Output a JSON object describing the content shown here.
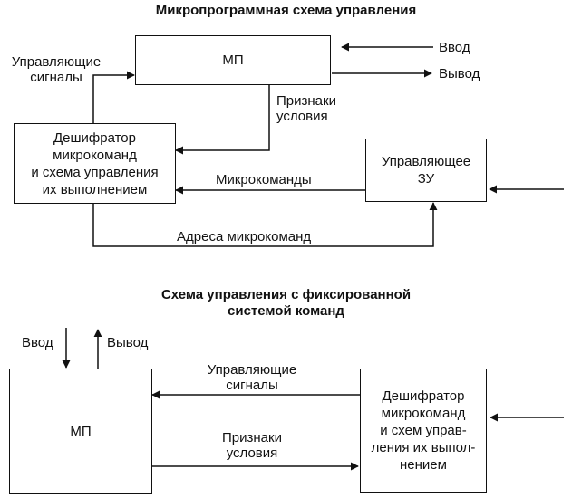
{
  "top": {
    "title": "Микропрограммная схема управления",
    "mp": "МП",
    "decoder": "Дешифратор\nмикрокоманд\nи схема управления\nих выполнением",
    "control_memory": "Управляющее\nЗУ",
    "input": "Ввод",
    "output": "Вывод",
    "control_signals": "Управляющие\nсигналы",
    "condition_flags": "Признаки\nусловия",
    "microcommands": "Микрокоманды",
    "microcommand_addresses": "Адреса микрокоманд"
  },
  "bottom": {
    "title": "Схема управления с фиксированной\nсистемой команд",
    "mp": "МП",
    "decoder": "Дешифратор\nмикрокоманд\nи схем управ-\nления их выпол-\nнением",
    "input": "Ввод",
    "output": "Вывод",
    "control_signals": "Управляющие\nсигналы",
    "condition_flags": "Признаки\nусловия"
  }
}
